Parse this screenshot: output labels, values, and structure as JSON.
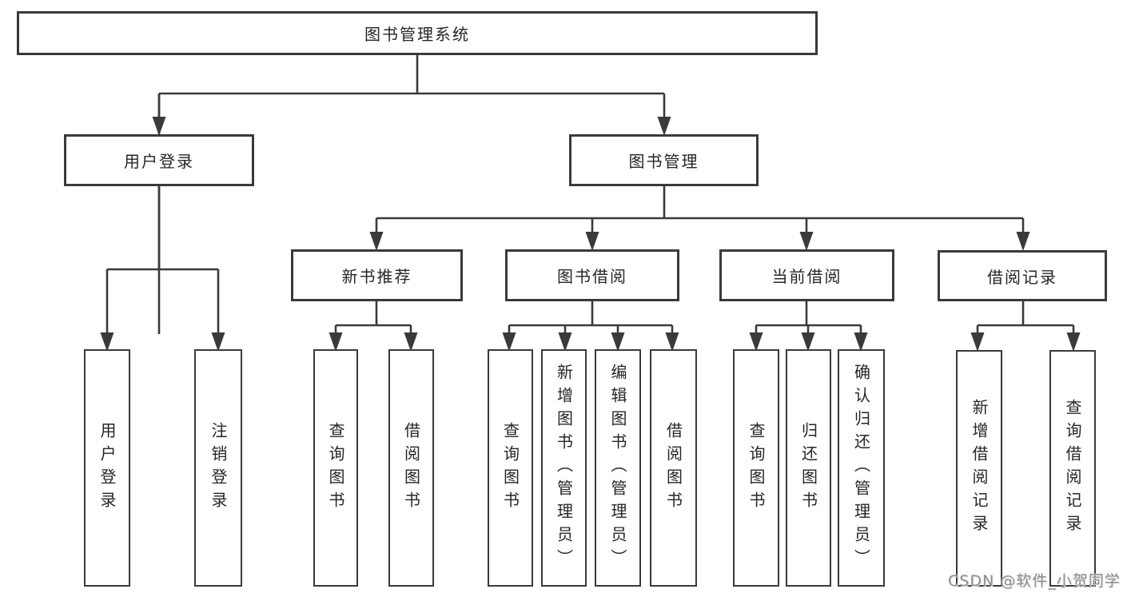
{
  "diagram": {
    "root": {
      "label": "图书管理系统"
    },
    "user_login": {
      "label": "用户登录",
      "children": {
        "login": {
          "label": "用户登录"
        },
        "logout": {
          "label": "注销登录"
        }
      }
    },
    "book_management": {
      "label": "图书管理",
      "modules": {
        "new_book_recommend": {
          "label": "新书推荐",
          "children": {
            "query_book": {
              "label": "查询图书"
            },
            "borrow_book": {
              "label": "借阅图书"
            }
          }
        },
        "book_borrow": {
          "label": "图书借阅",
          "children": {
            "query_book": {
              "label": "查询图书"
            },
            "add_book": {
              "label": "新增图书（管理员）"
            },
            "edit_book": {
              "label": "编辑图书（管理员）"
            },
            "borrow_book": {
              "label": "借阅图书"
            }
          }
        },
        "current_borrow": {
          "label": "当前借阅",
          "children": {
            "query_book": {
              "label": "查询图书"
            },
            "return_book": {
              "label": "归还图书"
            },
            "confirm_return": {
              "label": "确认归还（管理员）"
            }
          }
        },
        "borrow_record": {
          "label": "借阅记录",
          "children": {
            "add_record": {
              "label": "新增借阅记录"
            },
            "query_record": {
              "label": "查询借阅记录"
            }
          }
        }
      }
    },
    "line_color": "#3a3a3a"
  },
  "watermark": {
    "text": "CSDN @软件_小贺同学"
  }
}
